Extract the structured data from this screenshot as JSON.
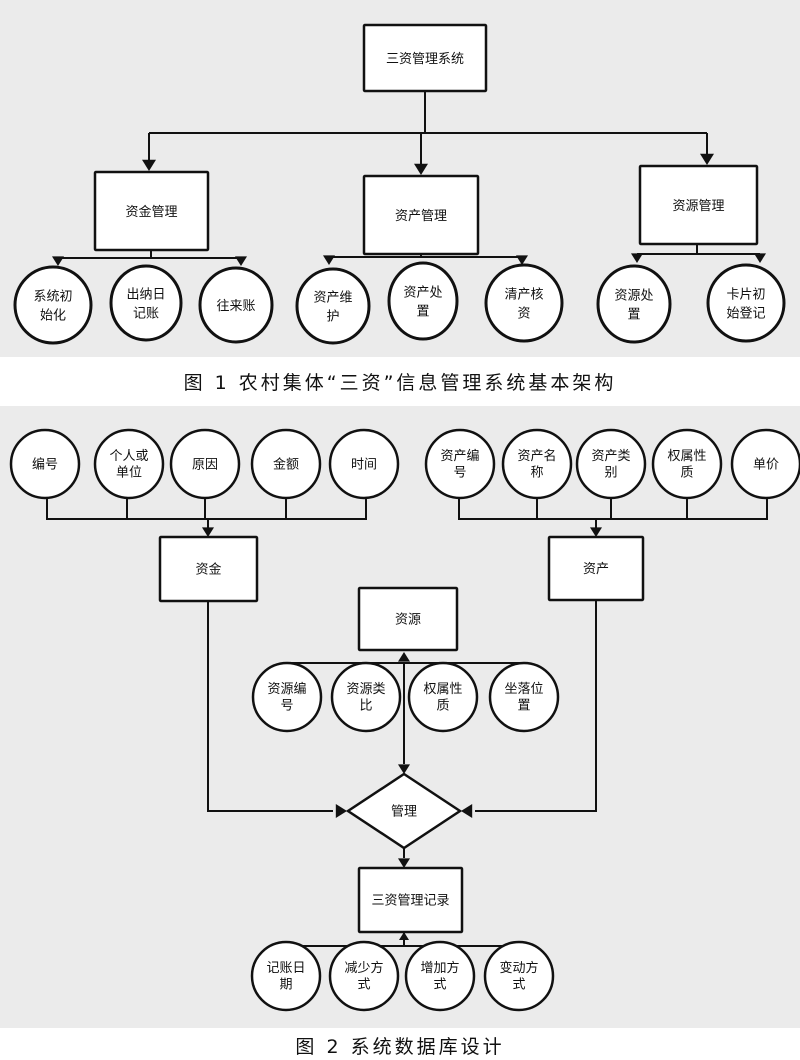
{
  "figure1": {
    "root": "三资管理系统",
    "groups": [
      {
        "label": "资金管理",
        "leaves": [
          "系统初\n始化",
          "出纳日\n记账",
          "往来账"
        ]
      },
      {
        "label": "资产管理",
        "leaves": [
          "资产维\n护",
          "资产处\n置",
          "清产核\n资"
        ]
      },
      {
        "label": "资源管理",
        "leaves": [
          "资源处\n置",
          "卡片初\n始登记"
        ]
      }
    ],
    "caption": "图 1   农村集体“三资”信息管理系统基本架构"
  },
  "figure2": {
    "fund": {
      "label": "资金",
      "attrs": [
        "编号",
        "个人或\n单位",
        "原因",
        "金额",
        "时间"
      ]
    },
    "asset": {
      "label": "资产",
      "attrs": [
        "资产编\n号",
        "资产名\n称",
        "资产类\n别",
        "权属性\n质",
        "单价"
      ]
    },
    "resource": {
      "label": "资源",
      "attrs": [
        "资源编\n号",
        "资源类\n比",
        "权属性\n质",
        "坐落位\n置"
      ]
    },
    "manage": "管理",
    "record": {
      "label": "三资管理记录",
      "attrs": [
        "记账日\n期",
        "减少方\n式",
        "增加方\n式",
        "变动方\n式"
      ]
    },
    "caption": "图 2    系统数据库设计"
  }
}
